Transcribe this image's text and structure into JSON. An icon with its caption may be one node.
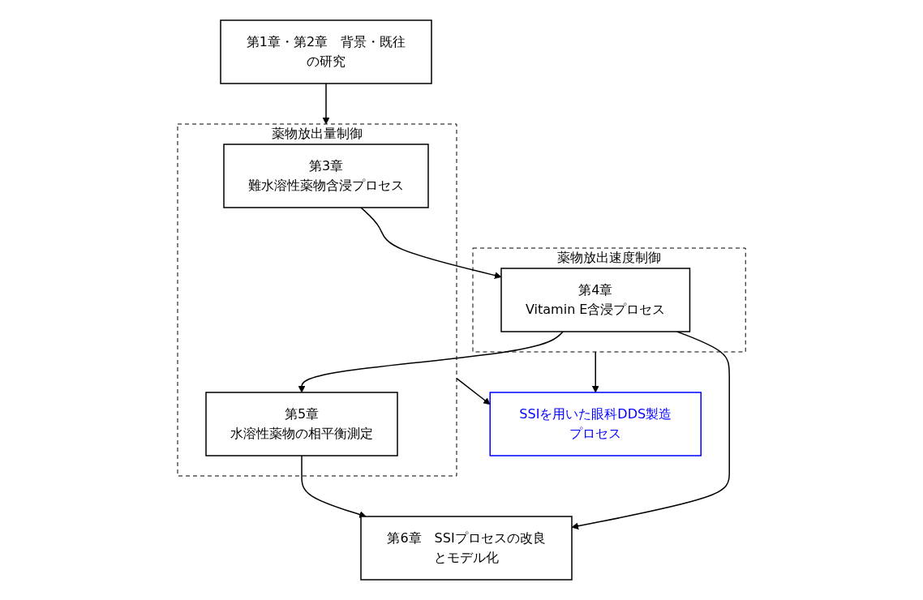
{
  "diagram": {
    "nodes": [
      {
        "text": [
          "第1章・第2章　背景・既往の研究"
        ]
      },
      {
        "text": [
          "薬物放出量制御"
        ]
      },
      {
        "text": [
          "第3章",
          "難水溶性薬物含浸プロセス"
        ],
        "in": 1
      },
      {
        "text": [
          "第5章",
          "水溶性薬物の相平衡測定"
        ],
        "in": 1
      },
      {
        "text": [
          "薬物放出速度制御"
        ]
      },
      {
        "text": [
          "第4章",
          "Vitamin E含浸プロセス"
        ],
        "in": 4
      },
      {
        "text": [
          "第6章　SSIプロセスの改良とモデル化"
        ]
      },
      {
        "text": [
          "SSIを用いた眼科DDS製造プロセス"
        ]
      }
    ],
    "edges": [
      {
        "from": 0,
        "to": 1,
        "arrow": "to"
      },
      {
        "from": 2,
        "to": 5,
        "arrow": "to"
      },
      {
        "from": 5,
        "to": 3,
        "arrow": "to"
      },
      {
        "from": 3,
        "to": 6,
        "arrow": "to"
      },
      {
        "from": 5,
        "to": 6,
        "arrow": "to"
      },
      {
        "from": 1,
        "to": 7,
        "arrow": "to"
      },
      {
        "from": 4,
        "to": 7,
        "arrow": "to"
      }
    ]
  }
}
